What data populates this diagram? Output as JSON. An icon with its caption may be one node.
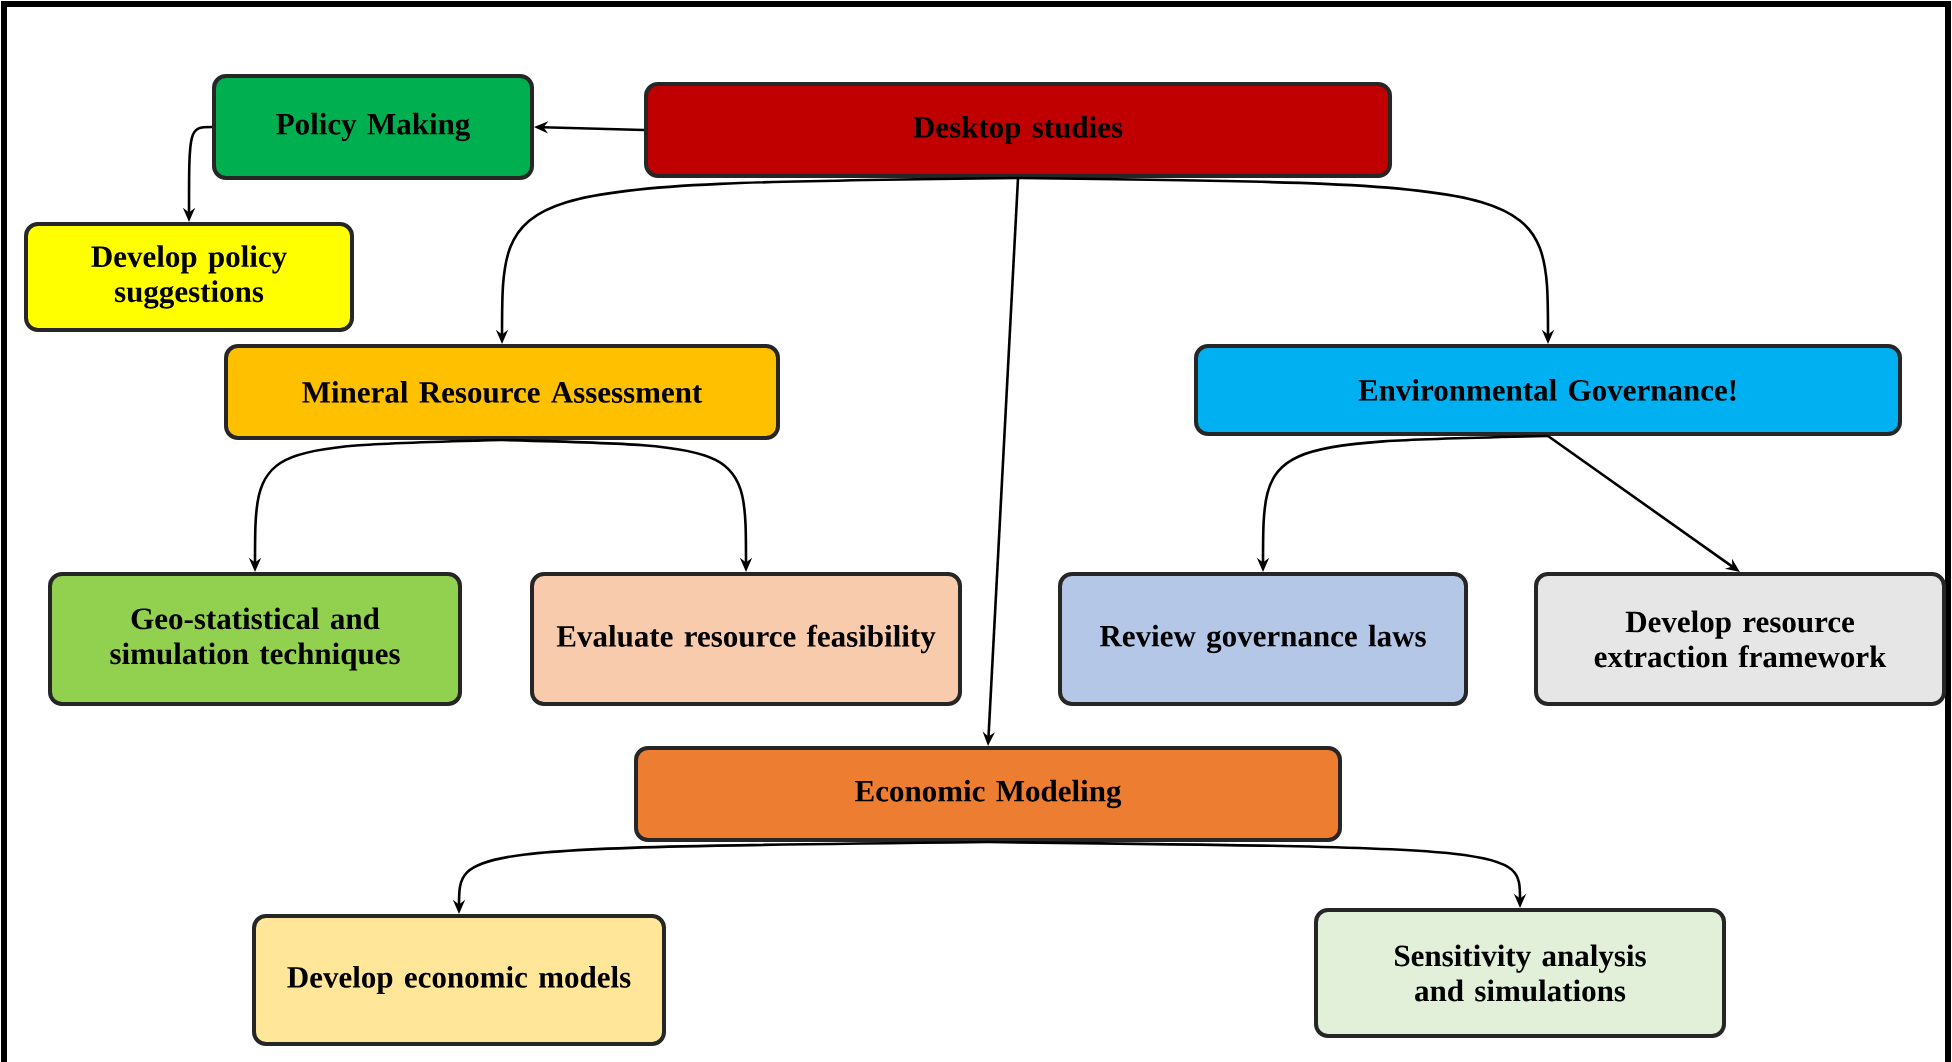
{
  "diagram": {
    "nodes": [
      {
        "text": [
          "Desktop studies"
        ]
      },
      {
        "text": [
          "Policy Making"
        ]
      },
      {
        "text": [
          "Develop policy suggestions"
        ]
      },
      {
        "text": [
          "Mineral Resource Assessment"
        ]
      },
      {
        "text": [
          "Environmental Governance!"
        ]
      },
      {
        "text": [
          "Geo-statistical and simulation techniques"
        ]
      },
      {
        "text": [
          "Evaluate resource feasibility"
        ]
      },
      {
        "text": [
          "Review governance laws"
        ]
      },
      {
        "text": [
          "Develop resource extraction framework"
        ]
      },
      {
        "text": [
          "Economic Modeling"
        ]
      },
      {
        "text": [
          "Develop economic models"
        ]
      },
      {
        "text": [
          "Sensitivity analysis and simulations"
        ]
      }
    ],
    "edges": [
      {
        "from": 0,
        "to": 1,
        "arrow": "to"
      },
      {
        "from": 1,
        "to": 2,
        "arrow": "to"
      },
      {
        "from": 0,
        "to": 3,
        "arrow": "to"
      },
      {
        "from": 0,
        "to": 4,
        "arrow": "to"
      },
      {
        "from": 0,
        "to": 9,
        "arrow": "to"
      },
      {
        "from": 3,
        "to": 5,
        "arrow": "to"
      },
      {
        "from": 3,
        "to": 6,
        "arrow": "to"
      },
      {
        "from": 4,
        "to": 7,
        "arrow": "to"
      },
      {
        "from": 4,
        "to": 8,
        "arrow": "to"
      },
      {
        "from": 9,
        "to": 10,
        "arrow": "to"
      },
      {
        "from": 9,
        "to": 11,
        "arrow": "to"
      }
    ]
  }
}
